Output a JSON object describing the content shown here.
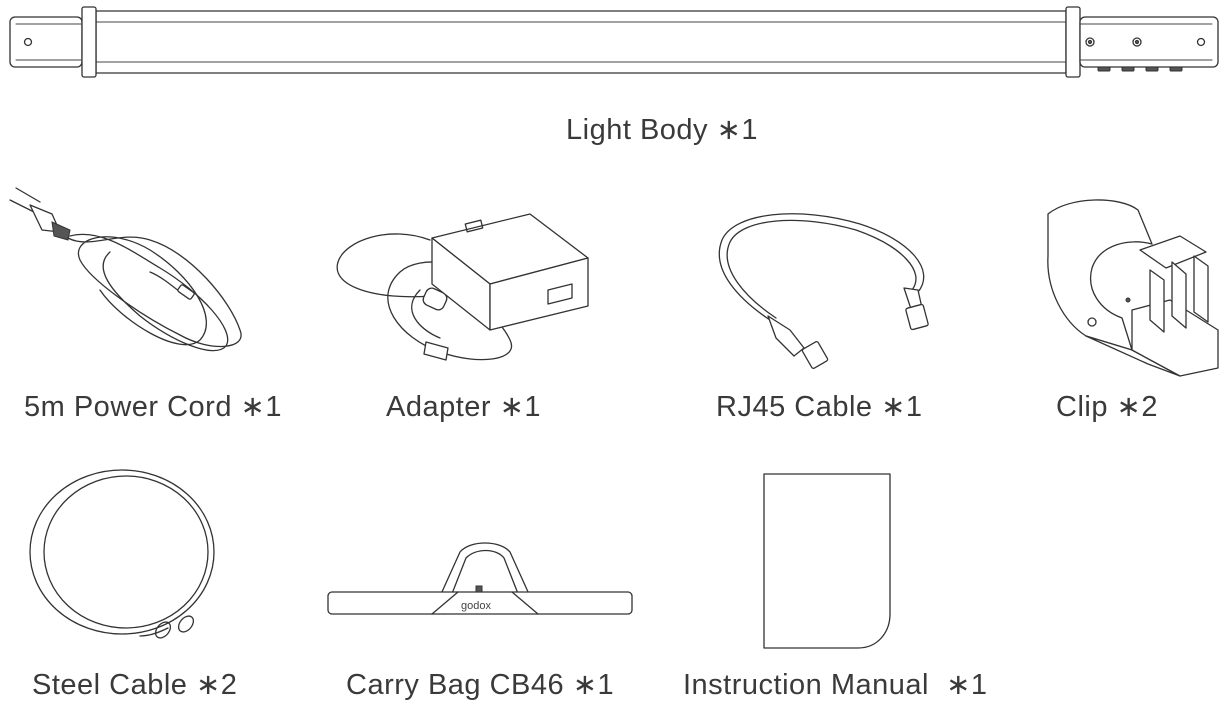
{
  "items": [
    {
      "key": "light_body",
      "label": "Light Body ∗1"
    },
    {
      "key": "power_cord",
      "label": "5m Power Cord ∗1"
    },
    {
      "key": "adapter",
      "label": "Adapter ∗1"
    },
    {
      "key": "rj45",
      "label": "RJ45 Cable ∗1"
    },
    {
      "key": "clip",
      "label": "Clip ∗2"
    },
    {
      "key": "steel_cable",
      "label": "Steel Cable ∗2"
    },
    {
      "key": "carry_bag",
      "label": "Carry Bag CB46 ∗1"
    },
    {
      "key": "manual",
      "label": "Instruction Manual  ∗1"
    }
  ],
  "bag_logo": "godox"
}
